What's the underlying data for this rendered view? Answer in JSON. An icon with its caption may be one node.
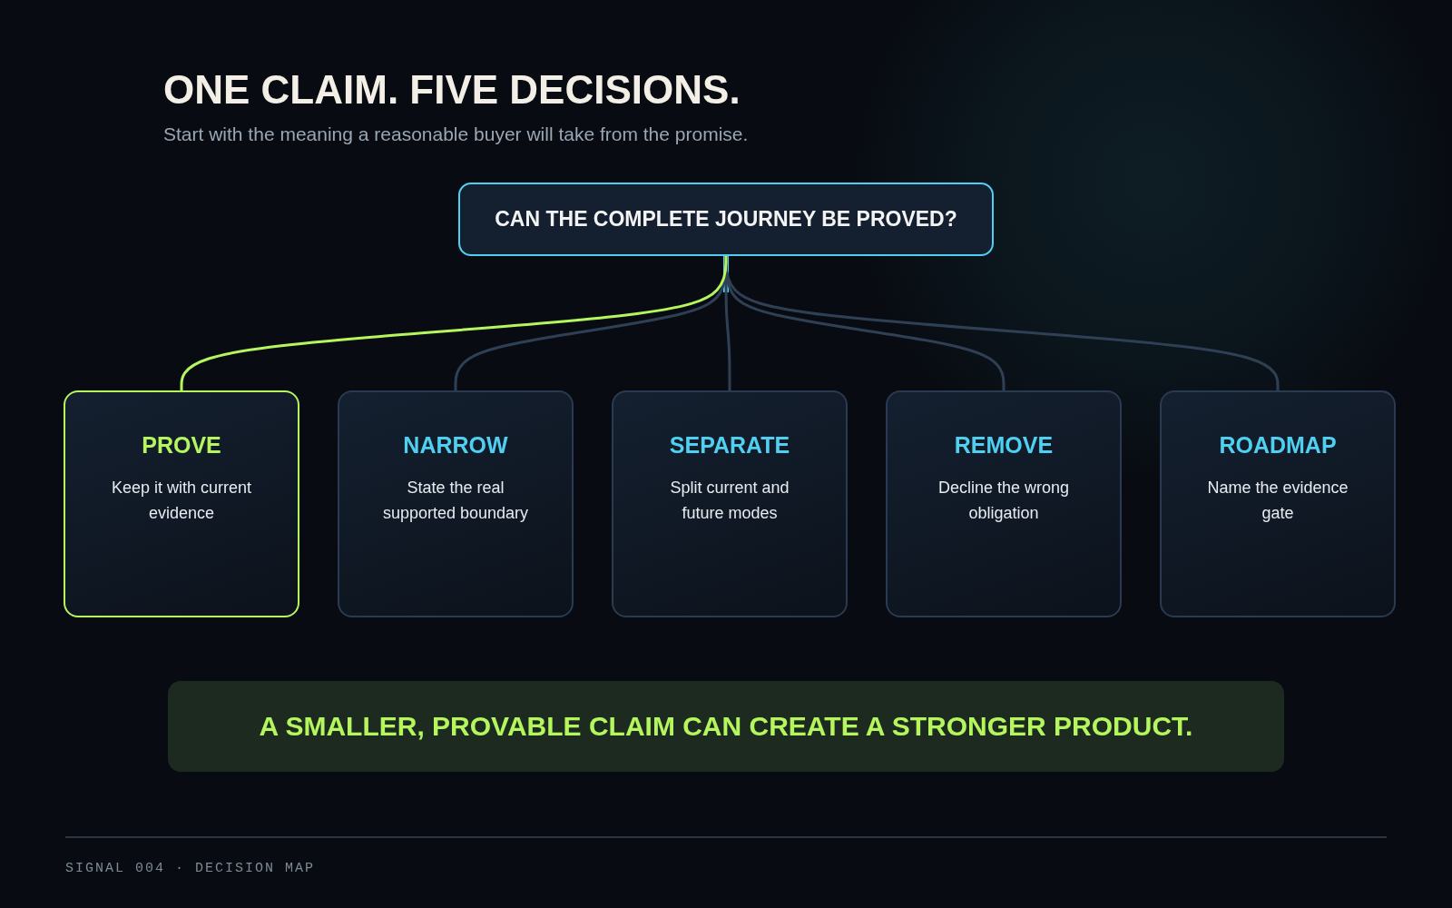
{
  "diagram": {
    "title": "ONE CLAIM. FIVE DECISIONS.",
    "nodes": [
      {
        "text": [
          "CAN THE COMPLETE JOURNEY BE PROVED?"
        ]
      },
      {
        "text": [
          "PROVE",
          "Keep it with current evidence"
        ]
      },
      {
        "text": [
          "NARROW",
          "State the real supported boundary"
        ]
      },
      {
        "text": [
          "SEPARATE",
          "Split current and future modes"
        ]
      },
      {
        "text": [
          "REMOVE",
          "Decline the wrong obligation"
        ]
      },
      {
        "text": [
          "ROADMAP",
          "Name the evidence gate"
        ]
      },
      {
        "text": [
          "A SMALLER, PROVABLE CLAIM CAN CREATE A STRONGER PRODUCT."
        ]
      }
    ],
    "edges": [
      {
        "from": 0,
        "to": 1,
        "arrow": "none",
        "color": "#b5f55e"
      },
      {
        "from": 0,
        "to": 2,
        "arrow": "none"
      },
      {
        "from": 0,
        "to": 3,
        "arrow": "none"
      },
      {
        "from": 0,
        "to": 4,
        "arrow": "none"
      },
      {
        "from": 0,
        "to": 5,
        "arrow": "none"
      }
    ],
    "labels": [
      "Start with the meaning a reasonable buyer will take from the promise.",
      "SIGNAL 004 · DECISION MAP"
    ]
  }
}
